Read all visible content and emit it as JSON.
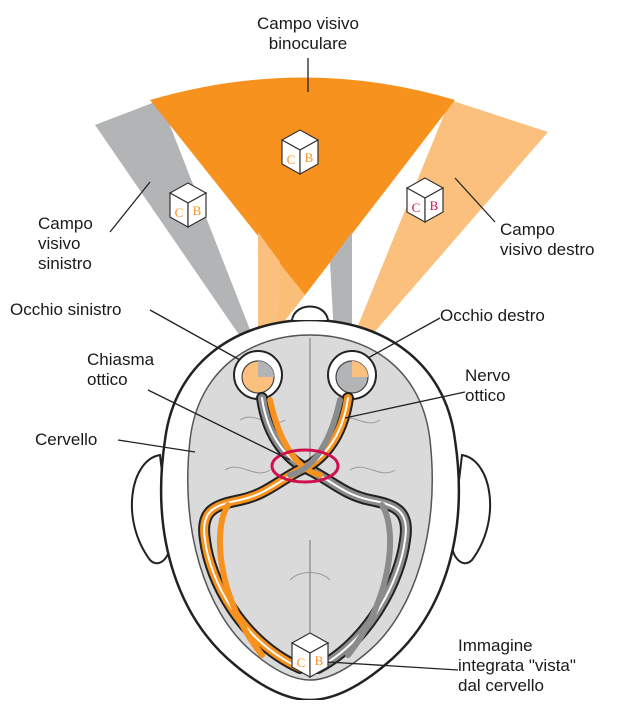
{
  "labels": {
    "binocular_field": [
      "Campo visivo",
      "binoculare"
    ],
    "left_field": [
      "Campo",
      "visivo",
      "sinistro"
    ],
    "right_field": [
      "Campo",
      "visivo destro"
    ],
    "left_eye": "Occhio sinistro",
    "right_eye": "Occhio destro",
    "chiasm": [
      "Chiasma",
      "ottico"
    ],
    "optic_nerve": [
      "Nervo",
      "ottico"
    ],
    "brain": "Cervello",
    "integrated_image": [
      "Immagine",
      "integrata \"vista\"",
      "dal cervello"
    ]
  },
  "cube_letters": {
    "left_face": "C",
    "right_face": "B"
  },
  "colors": {
    "binocular": "#F7921E",
    "monocular_orange": "#FBC07E",
    "monocular_gray": "#B3B4B6",
    "chiasm_ring": "#D0104C",
    "brain_fill": "#DADADA",
    "nerve_gray": "#8A8B8D",
    "outline": "#222222"
  }
}
